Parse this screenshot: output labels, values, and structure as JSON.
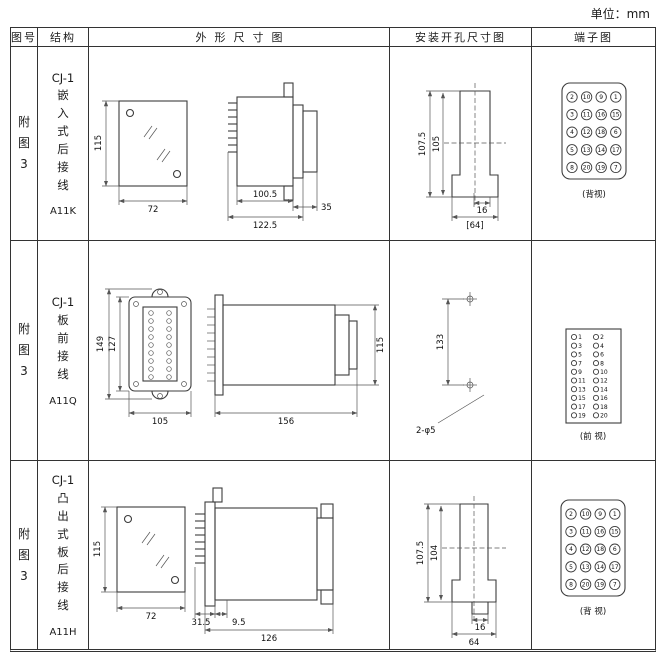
{
  "unit_label": "单位：mm",
  "headers": {
    "fig_no": "图号",
    "structure": "结构",
    "outline": "外形尺寸图",
    "mounting": "安装开孔尺寸图",
    "terminal": "端子图"
  },
  "rows": [
    {
      "fig_label": "附\n图\n3",
      "structure": "CJ-1\n嵌\n入\n式\n后\n接\n线",
      "model": "A11K",
      "outline": {
        "height": "115",
        "width": "72",
        "body": "100.5",
        "total": "122.5",
        "bezel": "35"
      },
      "mounting": {
        "v1": "107.5",
        "v2": "105",
        "w1": "16",
        "w2": "[64]"
      },
      "terminal": {
        "view": "(背视)",
        "numbers": [
          [
            2,
            10,
            9,
            1
          ],
          [
            3,
            11,
            16,
            15
          ],
          [
            4,
            12,
            18,
            6
          ],
          [
            5,
            13,
            14,
            17
          ],
          [
            8,
            20,
            19,
            7
          ]
        ]
      }
    },
    {
      "fig_label": "附\n图\n3",
      "structure": "CJ-1\n板\n前\n接\n线",
      "model": "A11Q",
      "outline": {
        "height": "149",
        "inner": "127",
        "width": "105",
        "length": "156",
        "depth": "115"
      },
      "mounting": {
        "v": "133",
        "holes": "2-φ5"
      },
      "terminal": {
        "view": "(前 视)",
        "numbers": [
          [
            1,
            2
          ],
          [
            3,
            4
          ],
          [
            5,
            6
          ],
          [
            7,
            8
          ],
          [
            9,
            10
          ],
          [
            11,
            12
          ],
          [
            13,
            14
          ],
          [
            15,
            16
          ],
          [
            17,
            18
          ],
          [
            19,
            20
          ]
        ]
      }
    },
    {
      "fig_label": "附\n图\n3",
      "structure": "CJ-1\n凸\n出\n式\n板\n后\n接\n线",
      "model": "A11H",
      "outline": {
        "height": "115",
        "width": "72",
        "d1": "31.5",
        "d2": "9.5",
        "total": "126"
      },
      "mounting": {
        "v1": "107.5",
        "v2": "104",
        "w1": "16",
        "w2": "64"
      },
      "terminal": {
        "view": "(背 视)",
        "numbers": [
          [
            2,
            10,
            9,
            1
          ],
          [
            3,
            11,
            16,
            15
          ],
          [
            4,
            12,
            18,
            6
          ],
          [
            5,
            13,
            14,
            17
          ],
          [
            8,
            20,
            19,
            7
          ]
        ]
      }
    }
  ]
}
